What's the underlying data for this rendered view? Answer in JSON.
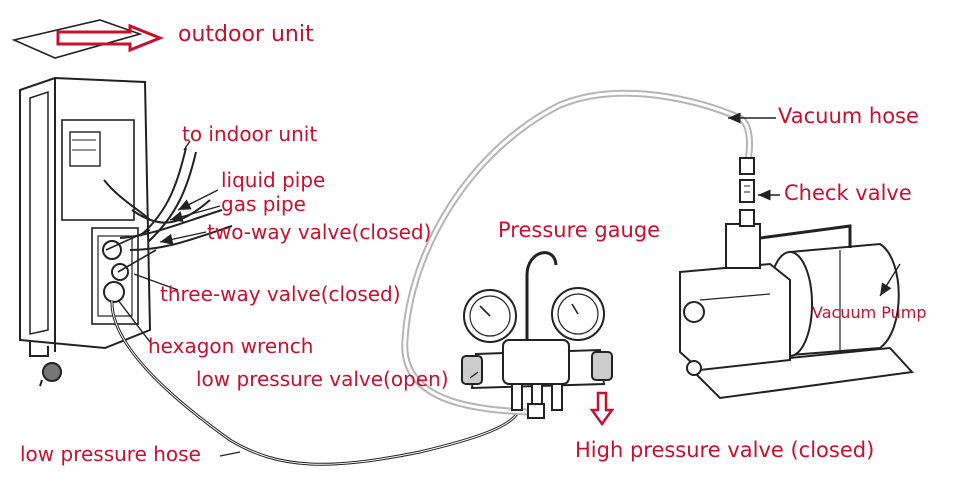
{
  "labels": {
    "outdoor_unit": "outdoor unit",
    "to_indoor_unit": "to indoor unit",
    "liquid_pipe": "liquid pipe",
    "gas_pipe": "gas pipe",
    "two_way_valve": "two-way valve(closed)",
    "three_way_valve": "three-way valve(closed)",
    "hexagon_wrench": "hexagon wrench",
    "low_pressure_valve": "low pressure valve(open)",
    "low_pressure_hose": "low pressure hose",
    "pressure_gauge": "Pressure gauge",
    "vacuum_hose": "Vacuum hose",
    "check_valve": "Check valve",
    "vacuum_pump": "Vacuum Pump",
    "high_pressure_valve": "High pressure valve (closed)"
  },
  "colors": {
    "accent_red": "#c8102e",
    "line_dark": "#222222",
    "hose_light": "#b5b5b5"
  }
}
